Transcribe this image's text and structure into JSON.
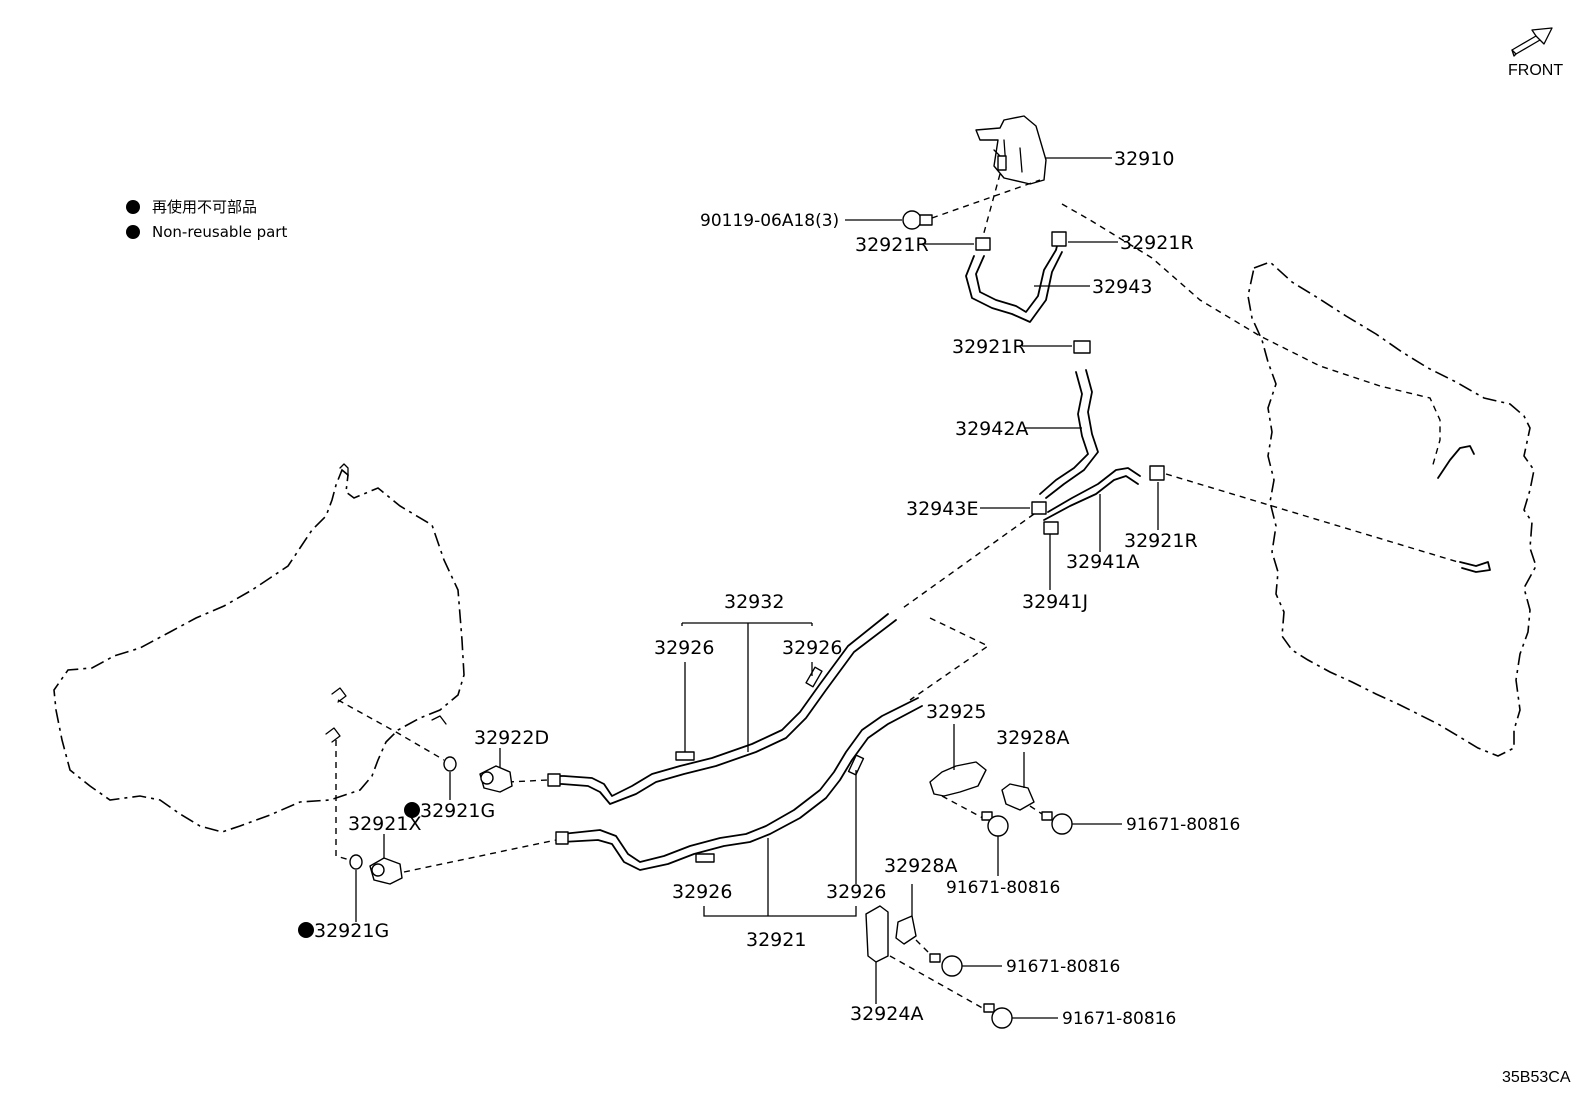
{
  "legend": {
    "line_ja": "再使用不可部品",
    "line_en": "Non-reusable part"
  },
  "front_label": "FRONT",
  "diagram_code": "35B53CA",
  "callouts": {
    "c32910": "32910",
    "c90119": "90119-06A18(3)",
    "c32921R_a": "32921R",
    "c32921R_b": "32921R",
    "c32943": "32943",
    "c32921R_c": "32921R",
    "c32942A": "32942A",
    "c32943E": "32943E",
    "c32941A": "32941A",
    "c32921R_d": "32921R",
    "c32941J": "32941J",
    "c32932": "32932",
    "c32926_a": "32926",
    "c32926_b": "32926",
    "c32922D": "32922D",
    "c32921G_a": "32921G",
    "c32921X": "32921X",
    "c32921G_b": "32921G",
    "c32925": "32925",
    "c32928A_a": "32928A",
    "c91671_a": "91671-80816",
    "c91671_b": "91671-80816",
    "c32926_c": "32926",
    "c32926_d": "32926",
    "c32928A_b": "32928A",
    "c32921": "32921",
    "c91671_c": "91671-80816",
    "c32924A": "32924A",
    "c91671_d": "91671-80816"
  }
}
